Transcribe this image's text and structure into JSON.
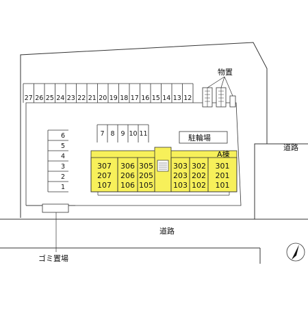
{
  "labels": {
    "storage": "物置",
    "bicycle_parking": "駐輪場",
    "road_right": "道路",
    "road_bottom": "道路",
    "garbage": "ゴミ置場",
    "building": "A棟"
  },
  "parking_top": [
    "27",
    "26",
    "25",
    "24",
    "23",
    "22",
    "21",
    "20",
    "19",
    "18",
    "17",
    "16",
    "15",
    "14",
    "13",
    "12"
  ],
  "parking_middle": [
    "7",
    "8",
    "9",
    "10",
    "11"
  ],
  "parking_left": [
    "6",
    "5",
    "4",
    "3",
    "2",
    "1"
  ],
  "units": [
    {
      "top": "307",
      "mid": "207",
      "bot": "107"
    },
    {
      "top": "306",
      "mid": "206",
      "bot": "106"
    },
    {
      "top": "305",
      "mid": "205",
      "bot": "105"
    },
    {
      "top": "303",
      "mid": "203",
      "bot": "103"
    },
    {
      "top": "302",
      "mid": "202",
      "bot": "102"
    },
    {
      "top": "301",
      "mid": "201",
      "bot": "101"
    }
  ],
  "colors": {
    "building_fill": "#f7f05a",
    "line": "#333333"
  },
  "compass_icon": "north-arrow-icon"
}
